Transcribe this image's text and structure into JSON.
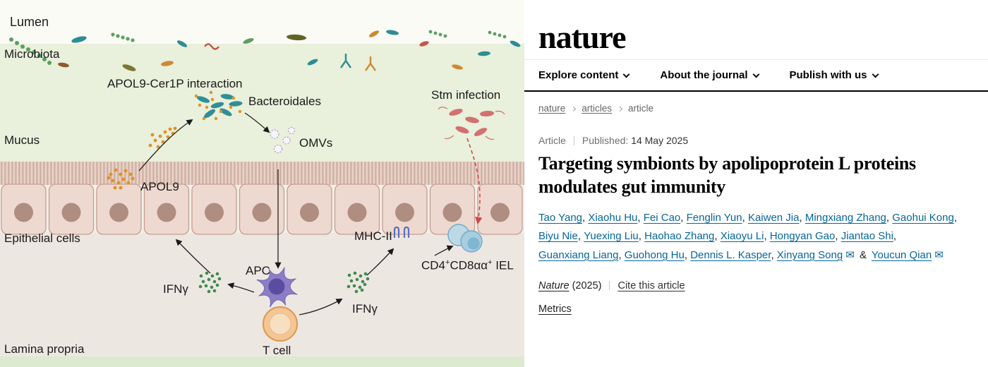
{
  "figure": {
    "layer_labels": {
      "lumen": "Lumen",
      "microbiota": "Microbiota",
      "mucus": "Mucus",
      "epithelial_cells": "Epithelial cells",
      "lamina_propria": "Lamina propria"
    },
    "annotations": {
      "apol9_cer1p": "APOL9-Cer1P interaction",
      "bacteroidales": "Bacteroidales",
      "omvs": "OMVs",
      "apol9": "APOL9",
      "stm_infection": "Stm infection",
      "mhc_ii": "MHC-II",
      "iel": {
        "pre": "CD4",
        "sup1": "+",
        "mid": "CD8αα",
        "sup2": "+",
        "post": " IEL"
      },
      "apc": "APC",
      "ifn_gamma_left": "IFNγ",
      "ifn_gamma_right": "IFNγ",
      "t_cell": "T cell"
    }
  },
  "site": {
    "logo": "nature",
    "nav": {
      "explore": "Explore content",
      "about": "About the journal",
      "publish": "Publish with us"
    },
    "breadcrumb": {
      "level1": "nature",
      "level2": "articles",
      "level3": "article"
    },
    "article": {
      "type": "Article",
      "published_label": "Published:",
      "published_date": "14 May 2025",
      "title": "Targeting symbionts by apolipoprotein L proteins modulates gut immunity",
      "authors": [
        "Tao Yang",
        "Xiaohu Hu",
        "Fei Cao",
        "Fenglin Yun",
        "Kaiwen Jia",
        "Mingxiang Zhang",
        "Gaohui Kong",
        "Biyu Nie",
        "Yuexing Liu",
        "Haohao Zhang",
        "Xiaoyu Li",
        "Hongyan Gao",
        "Jiantao Shi",
        "Guanxiang Liang",
        "Guohong Hu",
        "Dennis L. Kasper",
        "Xinyang Song",
        "Youcun Qian"
      ],
      "authors_conjunction": "&",
      "journal_name": "Nature",
      "journal_year": "(2025)",
      "cite_link": "Cite this article",
      "metrics_link": "Metrics"
    },
    "colors": {
      "link_blue": "#066699",
      "header_rule": "#000000"
    }
  }
}
